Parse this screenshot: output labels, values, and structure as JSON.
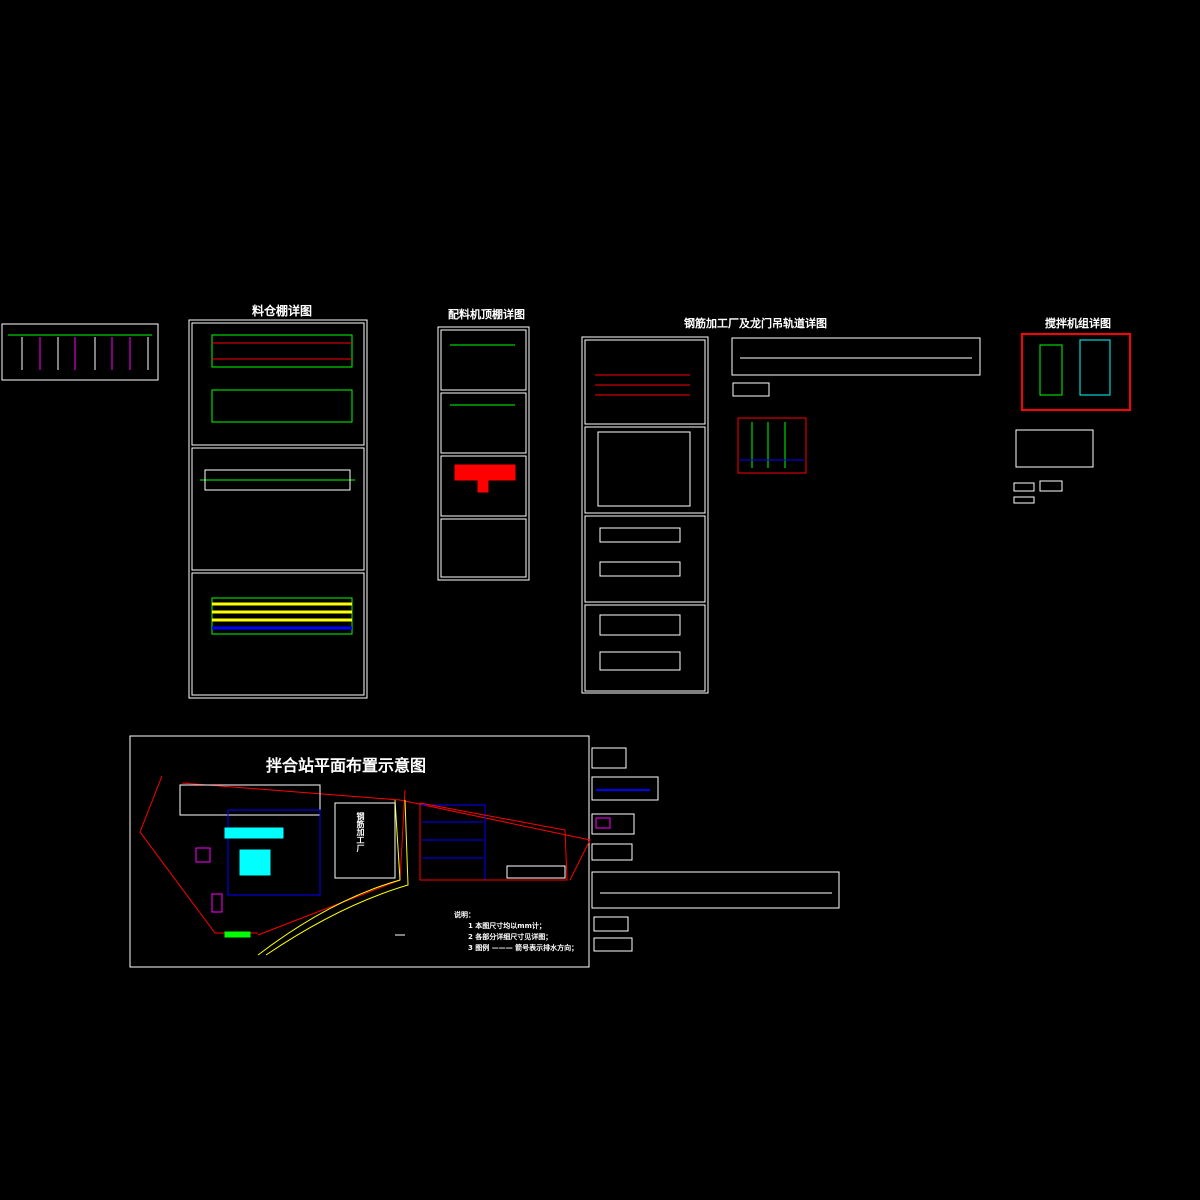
{
  "titles": {
    "silo_shed": "料仓棚详图",
    "batcher_roof": "配料机顶棚详图",
    "rebar_factory": "钢筋加工厂及龙门吊轨道详图",
    "mixer_unit": "搅拌机组详图",
    "site_plan": "拌合站平面布置示意图"
  },
  "site_plan": {
    "building_label": "钢筋加工厂",
    "notes_title": "说明：",
    "notes": [
      "1 本图尺寸均以mm计；",
      "2 各部分详细尺寸见详图；",
      "3 图例 ——— 箭号表示排水方向；"
    ]
  },
  "colors": {
    "background": "#000000",
    "line": "#ffffff",
    "green": "#00ff00",
    "red": "#ff0000",
    "blue": "#0000ff",
    "cyan": "#00ffff",
    "yellow": "#ffff00",
    "magenta": "#ff00ff"
  }
}
